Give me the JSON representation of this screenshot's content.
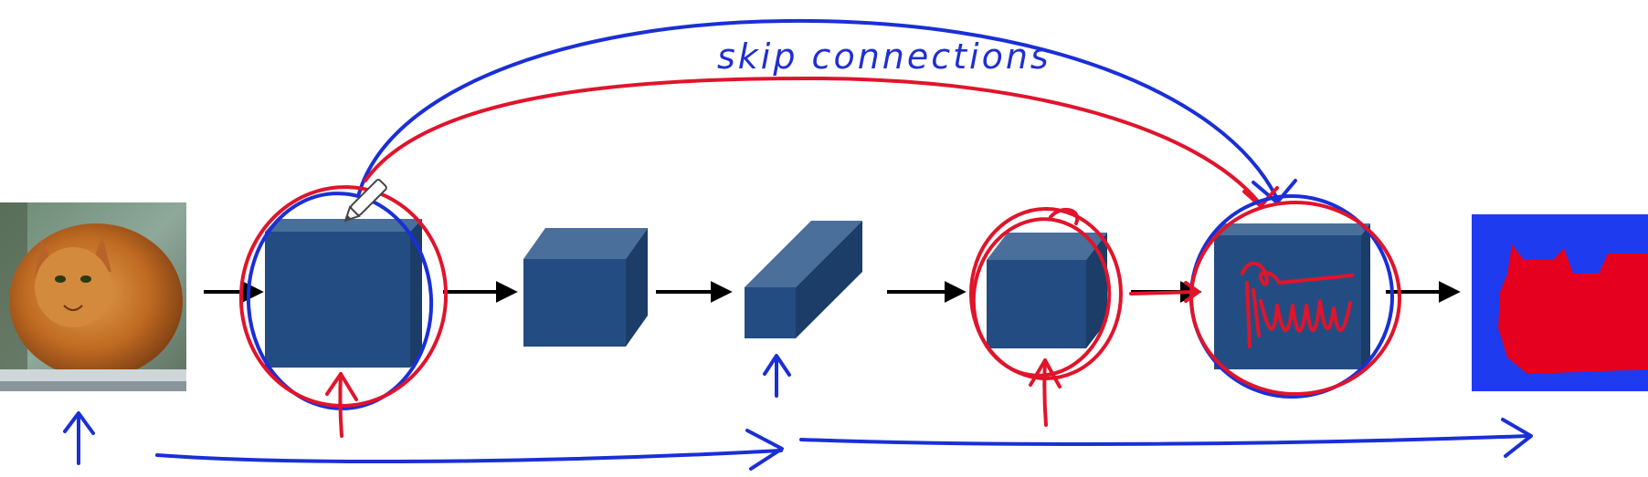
{
  "annotation": {
    "skip_label": "skip connections"
  },
  "colors": {
    "block_front": "#234d82",
    "block_top": "#4a6f9b",
    "block_side": "#1b3d67",
    "ink_blue": "#1a2fd6",
    "ink_red": "#e0142b",
    "mask_background": "#1f3bf0",
    "mask_foreground": "#e5001f"
  },
  "icons": {
    "pen_cursor": "pen-cursor-icon"
  },
  "figure": {
    "input_image": "cat-photo",
    "output_image": "segmentation-mask"
  }
}
